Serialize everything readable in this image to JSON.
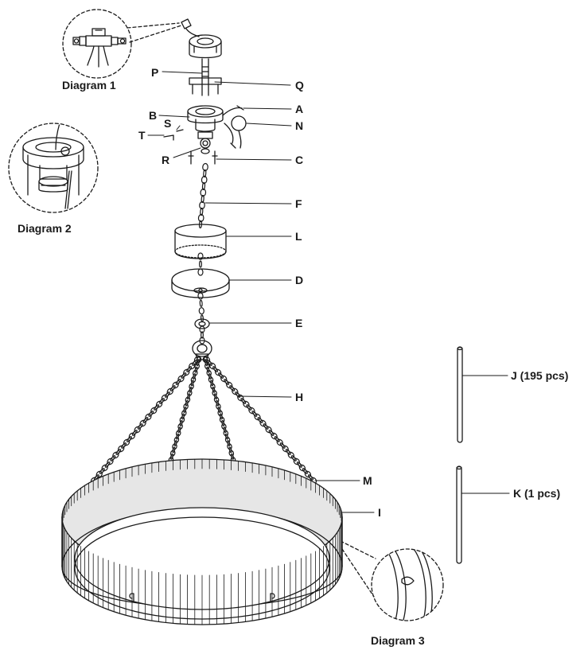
{
  "colors": {
    "ink": "#1a1a1a",
    "ring_fill": "#e6e6e6",
    "paper": "#ffffff"
  },
  "captions": {
    "diagram1": "Diagram 1",
    "diagram2": "Diagram 2",
    "diagram3": "Diagram 3"
  },
  "callouts": {
    "P": "P",
    "Q": "Q",
    "A": "A",
    "B": "B",
    "S": "S",
    "N": "N",
    "T": "T",
    "R": "R",
    "C": "C",
    "F": "F",
    "L": "L",
    "D": "D",
    "E": "E",
    "H": "H",
    "M": "M",
    "I": "I",
    "J": "J (195 pcs)",
    "K": "K (1 pcs)"
  }
}
